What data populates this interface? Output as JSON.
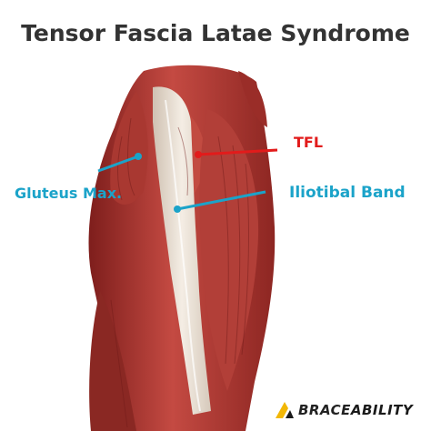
{
  "title": "Tensor Fascia Latae Syndrome",
  "labels": {
    "tfl": "TFL",
    "gluteus": "Gluteus Max.",
    "itband": "Iliotibal Band"
  },
  "logo": {
    "part1": "BRACE",
    "part2": "ABILITY"
  },
  "colors": {
    "tfl_label": "#e21b1b",
    "callout_blue": "#1ba3c9",
    "title": "#333333",
    "muscle": "#b33a35",
    "band": "#ece3d8",
    "logo_accent": "#f2b705"
  }
}
